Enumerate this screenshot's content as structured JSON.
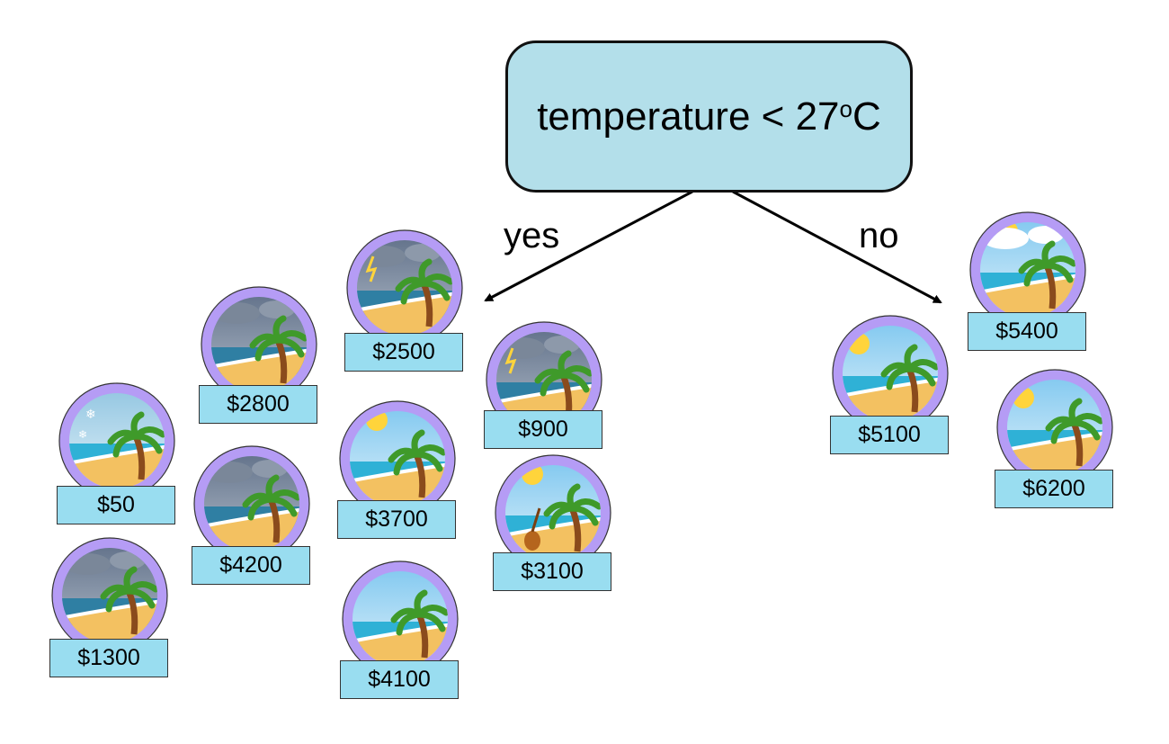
{
  "root": {
    "text": "temperature < 27",
    "degree": "o",
    "unit": "C"
  },
  "edges": {
    "yes": "yes",
    "no": "no"
  },
  "colors": {
    "node_fill": "#b3dfea",
    "label_fill": "#99ddf0",
    "ring": "#b59cf5"
  },
  "leaves": [
    {
      "price": "$50",
      "scene": "snowy-beach-icon",
      "branch": "yes"
    },
    {
      "price": "$1300",
      "scene": "hurricane-beach-icon",
      "branch": "yes"
    },
    {
      "price": "$2800",
      "scene": "cloudy-stormy-beach-icon",
      "branch": "yes"
    },
    {
      "price": "$4200",
      "scene": "overcast-beach-icon",
      "branch": "yes"
    },
    {
      "price": "$2500",
      "scene": "rainy-storm-beach-icon",
      "branch": "yes"
    },
    {
      "price": "$3700",
      "scene": "sunny-beach-icon",
      "branch": "yes"
    },
    {
      "price": "$4100",
      "scene": "clear-beach-icon",
      "branch": "yes"
    },
    {
      "price": "$900",
      "scene": "lightning-storm-beach-icon",
      "branch": "yes"
    },
    {
      "price": "$3100",
      "scene": "sunny-beach-guitar-icon",
      "branch": "yes"
    },
    {
      "price": "$5100",
      "scene": "bright-sunny-beach-icon",
      "branch": "no"
    },
    {
      "price": "$5400",
      "scene": "sunny-cloudy-beach-icon",
      "branch": "no"
    },
    {
      "price": "$6200",
      "scene": "bright-sunny-beach-icon",
      "branch": "no"
    }
  ]
}
